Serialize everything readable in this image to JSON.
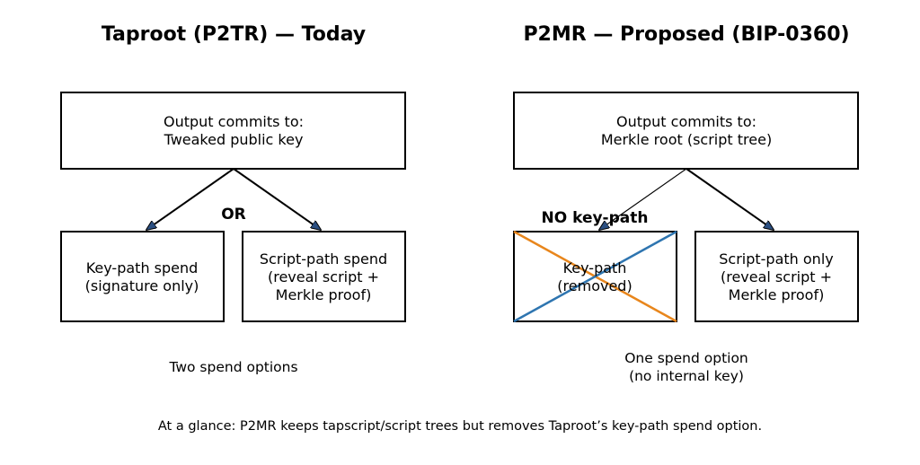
{
  "left": {
    "title": "Taproot (P2TR) — Today",
    "top_box": [
      "Output commits to:",
      "Tweaked public key"
    ],
    "connector_label": "OR",
    "left_child": [
      "Key-path spend",
      "(signature only)"
    ],
    "right_child": [
      "Script-path spend",
      "(reveal script +",
      "Merkle proof)"
    ],
    "caption": [
      "Two spend options"
    ]
  },
  "right": {
    "title": "P2MR — Proposed (BIP-0360)",
    "top_box": [
      "Output commits to:",
      "Merkle root (script tree)"
    ],
    "connector_label": "NO key-path",
    "left_child": [
      "Key-path",
      "(removed)"
    ],
    "right_child": [
      "Script-path only",
      "(reveal script +",
      "Merkle proof)"
    ],
    "caption": [
      "One spend option",
      "(no internal key)"
    ]
  },
  "footer": "At a glance: P2MR keeps tapscript/script trees but removes Taproot’s key-path spend option.",
  "colors": {
    "arrowhead": "#2b4f81",
    "cross_orange": "#e8861c",
    "cross_blue": "#2e75b0"
  }
}
